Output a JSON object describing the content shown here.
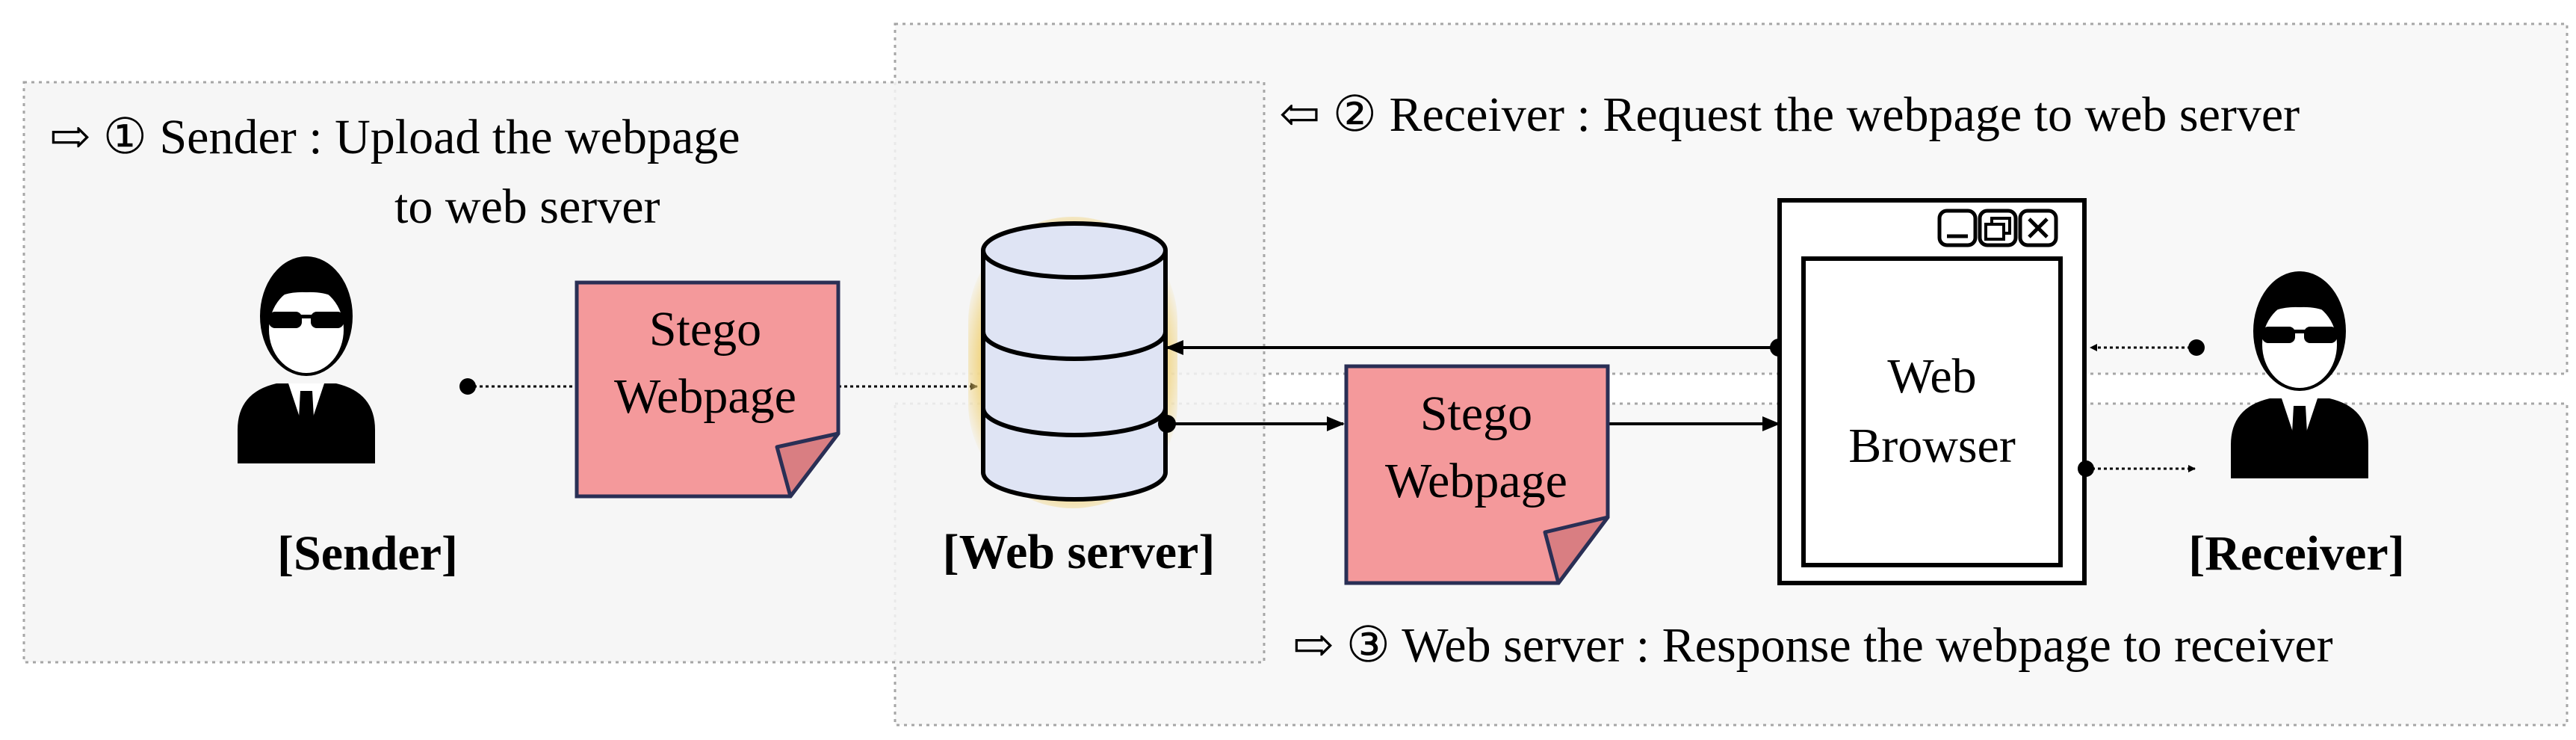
{
  "steps": {
    "step1_line1": "⇨ ① Sender : Upload the webpage",
    "step1_line2": "to web server",
    "step2": "⇦ ② Receiver : Request the webpage to web server",
    "step3": "⇨ ③ Web server : Response the webpage to receiver"
  },
  "nodes": {
    "sender_label": "[Sender]",
    "server_label": "[Web server]",
    "receiver_label": "[Receiver]",
    "browser_line1": "Web",
    "browser_line2": "Browser"
  },
  "notes": {
    "stego_line1": "Stego",
    "stego_line2": "Webpage"
  },
  "colors": {
    "note_fill": "#f4999b",
    "note_stroke": "#2a2f55",
    "server_fill": "#dfe4f4",
    "server_glow": "#f0cf6e",
    "zone_fill": "#f7f7f7",
    "zone_stroke": "#a6a6a6"
  },
  "icons": [
    "person-sunglasses-icon",
    "database-icon",
    "browser-window-icon",
    "minimize-icon",
    "maximize-icon",
    "close-icon"
  ]
}
